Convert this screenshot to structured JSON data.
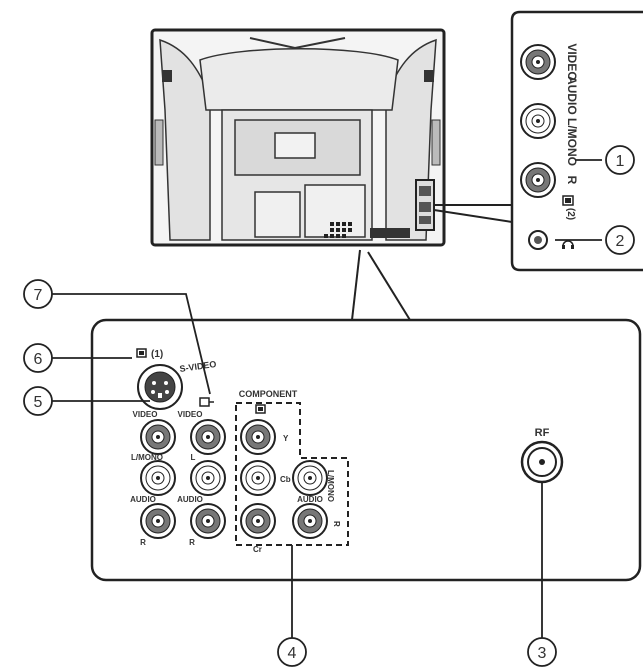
{
  "callouts": [
    "1",
    "2",
    "3",
    "4",
    "5",
    "6",
    "7"
  ],
  "side_panel": {
    "video": "VIDEO",
    "audio_lmono": "AUDIO L/MONO",
    "r": "R",
    "input2": "(2)"
  },
  "rear_panel": {
    "input1": "(1)",
    "svideo": "S-VIDEO",
    "video_left": "VIDEO",
    "video_right": "VIDEO",
    "lmono_left": "L/MONO",
    "l_right": "L",
    "audio_left": "AUDIO",
    "r_left": "R",
    "audio_right": "AUDIO",
    "r_right": "R",
    "component": "COMPONENT",
    "y": "Y",
    "cb": "Cb",
    "cr": "Cr",
    "comp_lmono": "L/MONO",
    "comp_audio": "AUDIO",
    "comp_r": "R",
    "rf": "RF"
  }
}
